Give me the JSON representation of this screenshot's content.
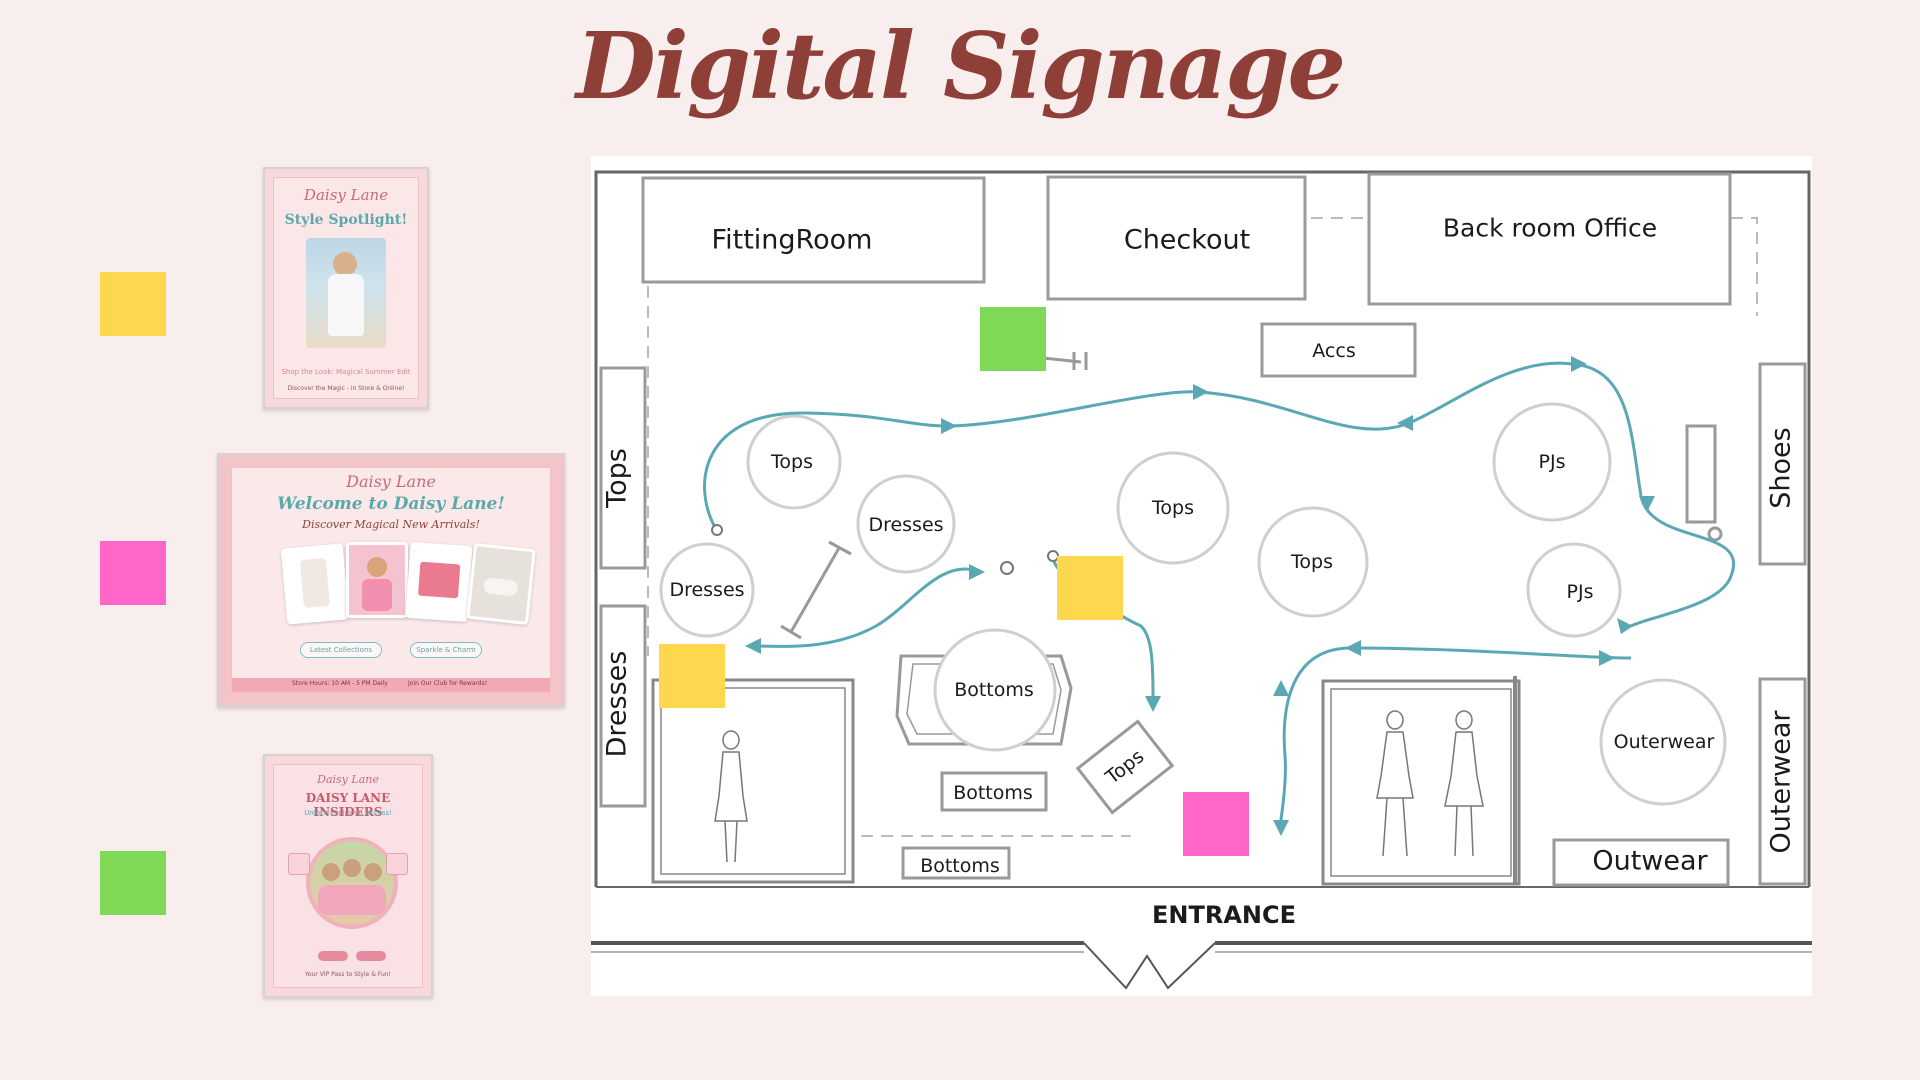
{
  "title": "Digital Signage",
  "colors": {
    "yellow": "#fdd84f",
    "pink": "#ff66c7",
    "green": "#7fd957",
    "path": "#5aa8b4",
    "title": "#8e3f38",
    "background": "#f9eeee"
  },
  "legend": [
    {
      "color": "yellow"
    },
    {
      "color": "pink"
    },
    {
      "color": "green"
    }
  ],
  "posters": {
    "style_spotlight": {
      "brand": "Daisy Lane",
      "headline": "Style Spotlight!",
      "tagline": "Shop the Look: Magical Summer Edit",
      "footer": "Discover the Magic - in Store & Online!"
    },
    "welcome": {
      "brand": "Daisy Lane",
      "headline": "Welcome to Daisy Lane!",
      "subhead": "Discover Magical New Arrivals!",
      "button_left": "Latest Collections",
      "button_right": "Sparkle & Charm",
      "footer_left": "Store Hours: 10 AM - 5 PM Daily",
      "footer_right": "Join Our Club for Rewards!"
    },
    "insiders": {
      "brand": "Daisy Lane",
      "headline": "DAISY LANE INSIDERS",
      "subhead": "Unlock Exclusive Access!",
      "footer": "Your VIP Pass to Style & Fun!"
    }
  },
  "floor_plan": {
    "rooms": {
      "fitting_room": "FittingRoom",
      "checkout": "Checkout",
      "back_office": "Back room Office",
      "accs": "Accs",
      "entrance": "ENTRANCE"
    },
    "wall_labels": {
      "tops": "Tops",
      "dresses": "Dresses",
      "shoes": "Shoes",
      "outerwear": "Outerwear"
    },
    "racks": {
      "tops_1": "Tops",
      "dresses_1": "Dresses",
      "dresses_2": "Dresses",
      "tops_2": "Tops",
      "tops_3": "Tops",
      "pjs_1": "PJs",
      "pjs_2": "PJs",
      "bottoms_round": "Bottoms",
      "outerwear_round": "Outerwear"
    },
    "tables": {
      "bottoms_1": "Bottoms",
      "bottoms_2": "Bottoms",
      "tops_table": "Tops",
      "outwear": "Outwear"
    },
    "signage_markers": [
      {
        "color": "green",
        "location": "near FittingRoom"
      },
      {
        "color": "yellow",
        "location": "center aisle"
      },
      {
        "color": "yellow",
        "location": "dresses display window"
      },
      {
        "color": "pink",
        "location": "entrance"
      }
    ]
  }
}
